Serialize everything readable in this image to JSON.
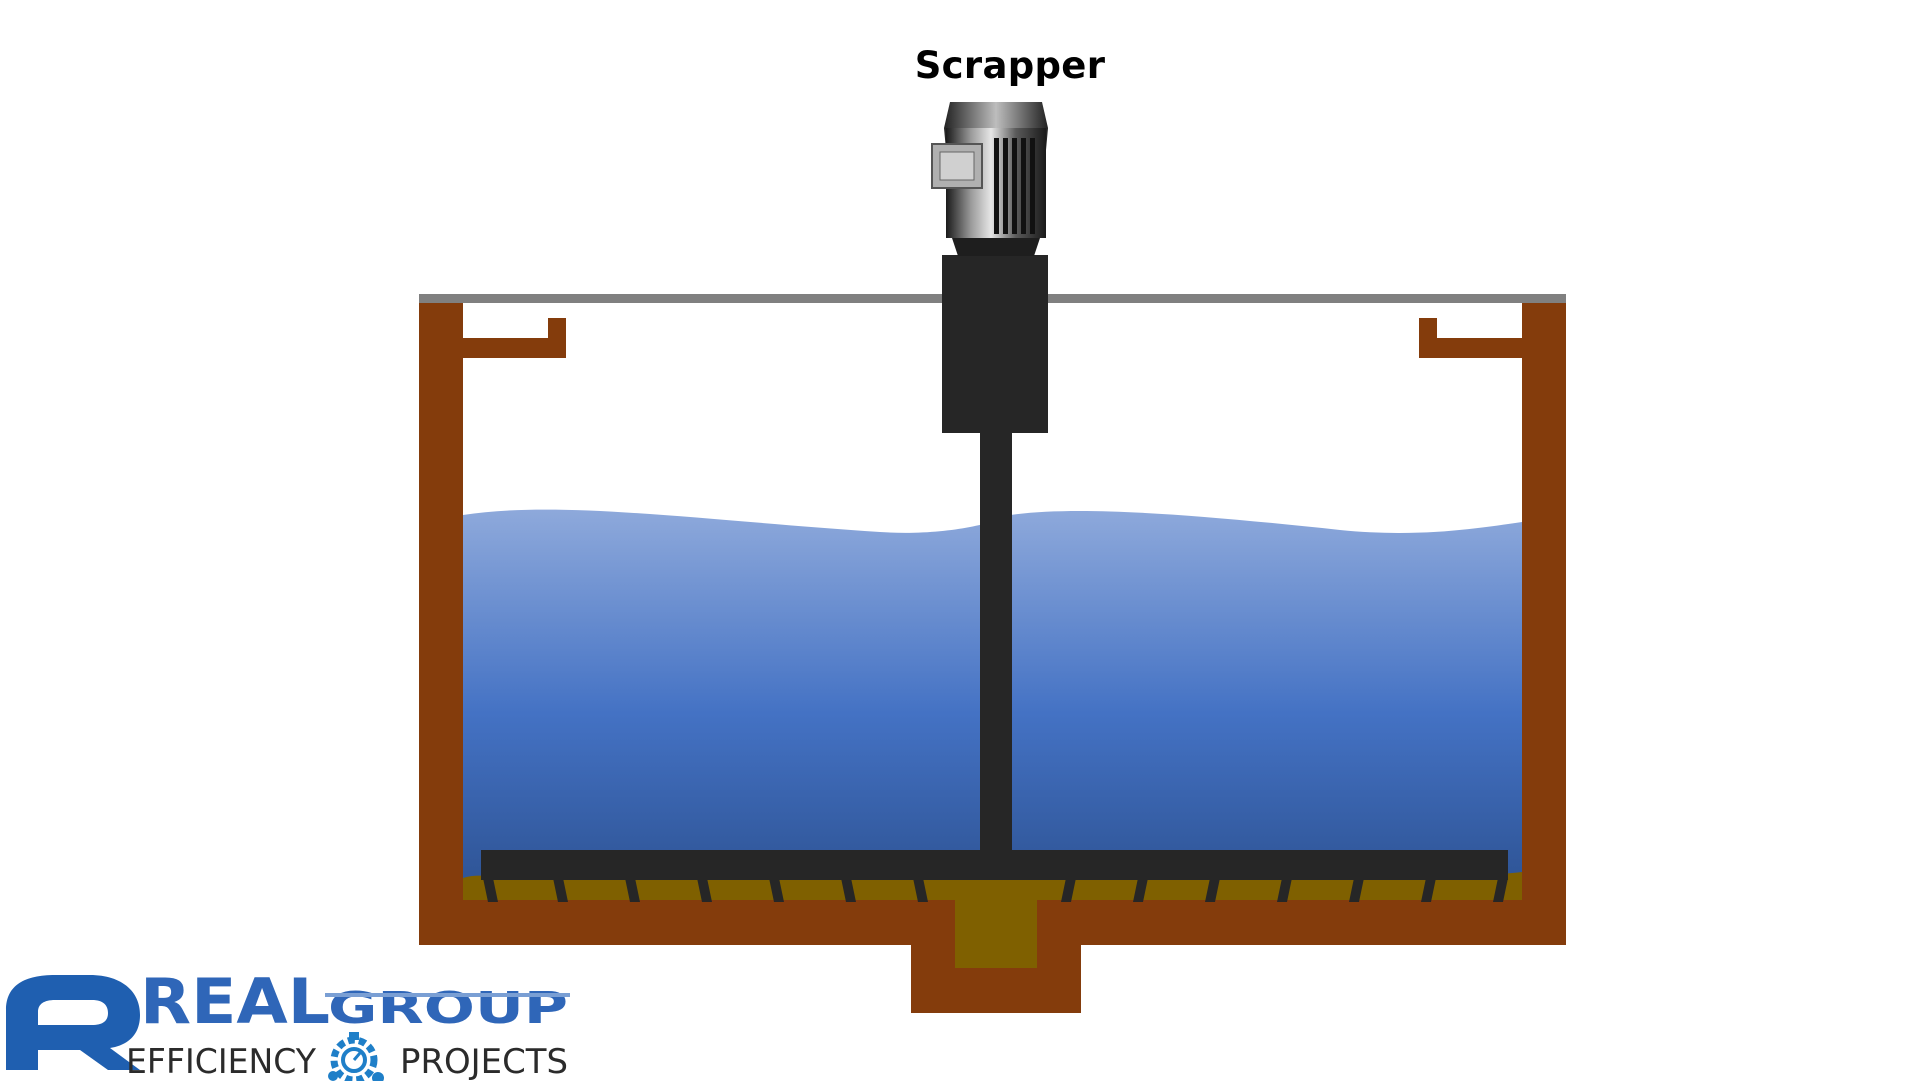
{
  "diagram": {
    "label": "Scrapper",
    "colors": {
      "tank_wall": "#843c0c",
      "rim": "#808080",
      "water_top": "#8ea9db",
      "water_mid": "#4472c4",
      "water_bottom": "#2f5597",
      "sludge": "#7f6000",
      "scraper": "#262626",
      "motor": "#3a3a3a"
    }
  },
  "logo": {
    "brand": "REAL",
    "group": "GROUP",
    "efficiency": "EFFICIENCY",
    "projects": "PROJECTS",
    "colors": {
      "primary": "#1f5fb0",
      "secondary": "#7a9fd4"
    }
  }
}
